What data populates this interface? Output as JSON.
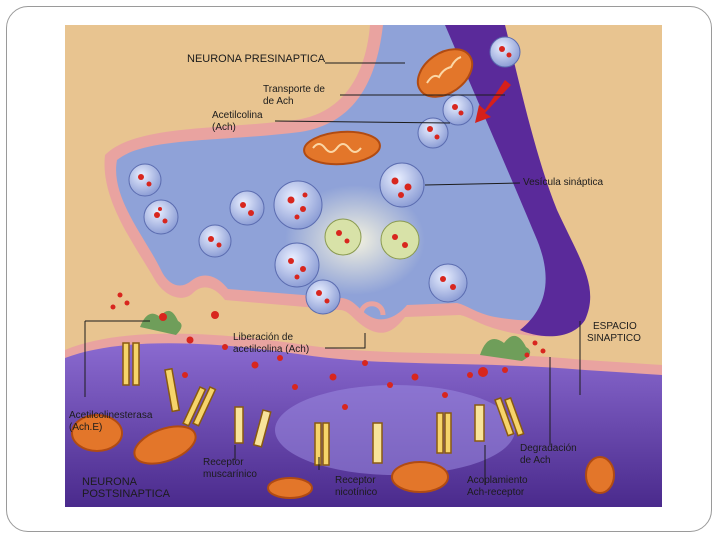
{
  "labels": {
    "presynaptic": "NEURONA PRESINAPTICA",
    "ach_transport_1": "Transporte de",
    "ach_transport_2": "de Ach",
    "acetylcholine_1": "Acetilcolina",
    "acetylcholine_2": "(Ach)",
    "synaptic_vesicle": "Vesícula sináptica",
    "ach_release_1": "Liberación de",
    "ach_release_2": "acetilcolina (Ach)",
    "synaptic_space_1": "ESPACIO",
    "synaptic_space_2": "SINAPTICO",
    "ache_1": "Acetilcolinesterasa",
    "ache_2": "(Ach.E)",
    "ach_degradation_1": "Degradación",
    "ach_degradation_2": "de Ach",
    "muscarinic_1": "Receptor",
    "muscarinic_2": "muscarínico",
    "nicotinic_1": "Receptor",
    "nicotinic_2": "nicotínico",
    "coupling_1": "Acoplamiento",
    "coupling_2": "Ach-receptor",
    "postsynaptic_1": "NEURONA",
    "postsynaptic_2": "POSTSINAPTICA"
  },
  "colors": {
    "extracellular": "#e8c490",
    "presynaptic_cytoplasm": "#8fa2d8",
    "membrane": "#e9a3a0",
    "axon_purple": "#5a2a9a",
    "postsynaptic": "#6f4fb8",
    "vesicle": "#c9d4f2",
    "ach_molecule": "#d8261e",
    "mitochondria": "#e3762a",
    "arrow": "#d6201a"
  }
}
